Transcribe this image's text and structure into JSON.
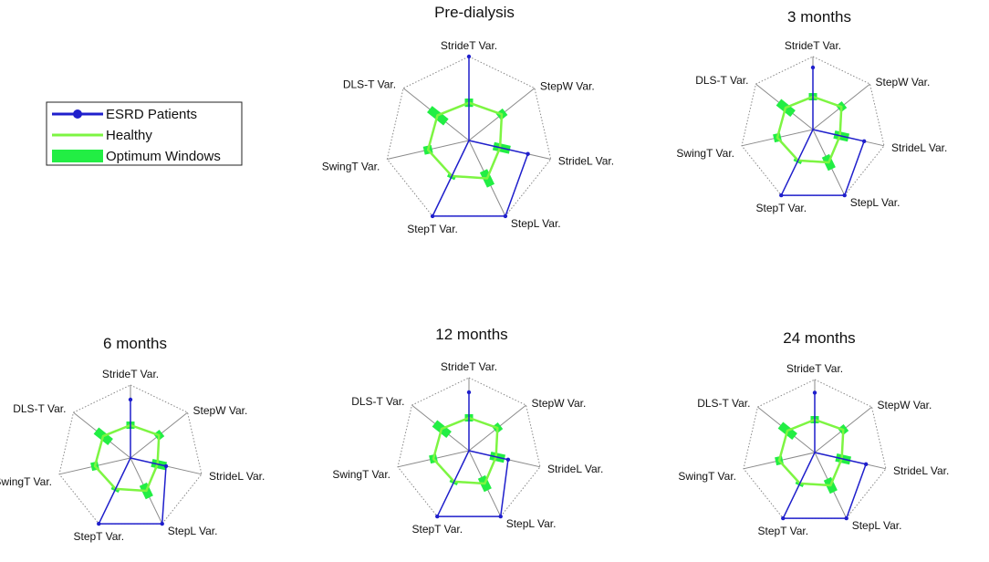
{
  "legend": {
    "entries": [
      {
        "label": "ESRD Patients",
        "color": "#1f1fcc"
      },
      {
        "label": "Healthy",
        "color": "#7df542"
      },
      {
        "label": "Optimum Windows",
        "color": "#22ee44"
      }
    ]
  },
  "chart_data": [
    {
      "type": "radar",
      "title": "Pre-dialysis",
      "axes": [
        "StrideT Var.",
        "StepW Var.",
        "StrideL Var.",
        "StepL Var.",
        "StepT Var.",
        "SwingT Var.",
        "DLS-T Var."
      ],
      "rmax": 1,
      "grid": true,
      "series": [
        {
          "name": "ESRD Patients",
          "values": [
            1.0,
            0.0,
            0.72,
            1.0,
            1.0,
            0.0,
            0.0
          ]
        },
        {
          "name": "Healthy",
          "values": [
            0.45,
            0.5,
            0.38,
            0.5,
            0.47,
            0.5,
            0.48
          ]
        },
        {
          "name": "Optimum Windows",
          "ranges": [
            [
              0.4,
              0.5
            ],
            [
              0.45,
              0.55
            ],
            [
              0.3,
              0.5
            ],
            [
              0.4,
              0.6
            ],
            [
              0.45,
              0.5
            ],
            [
              0.45,
              0.55
            ],
            [
              0.35,
              0.6
            ]
          ]
        }
      ]
    },
    {
      "type": "radar",
      "title": "3 months",
      "axes": [
        "StrideT Var.",
        "StepW Var.",
        "StrideL Var.",
        "StepL Var.",
        "StepT Var.",
        "SwingT Var.",
        "DLS-T Var."
      ],
      "rmax": 1,
      "grid": true,
      "series": [
        {
          "name": "ESRD Patients",
          "values": [
            0.85,
            0.0,
            0.72,
            1.0,
            1.0,
            0.0,
            0.0
          ]
        },
        {
          "name": "Healthy",
          "values": [
            0.45,
            0.5,
            0.38,
            0.5,
            0.47,
            0.5,
            0.48
          ]
        },
        {
          "name": "Optimum Windows",
          "ranges": [
            [
              0.4,
              0.5
            ],
            [
              0.45,
              0.55
            ],
            [
              0.3,
              0.5
            ],
            [
              0.4,
              0.6
            ],
            [
              0.45,
              0.5
            ],
            [
              0.45,
              0.55
            ],
            [
              0.35,
              0.6
            ]
          ]
        }
      ]
    },
    {
      "type": "radar",
      "title": "6 months",
      "axes": [
        "StrideT Var.",
        "StepW Var.",
        "StrideL Var.",
        "StepL Var.",
        "StepT Var.",
        "SwingT Var.",
        "DLS-T Var."
      ],
      "rmax": 1,
      "grid": true,
      "series": [
        {
          "name": "ESRD Patients",
          "values": [
            0.8,
            0.0,
            0.5,
            1.0,
            1.0,
            0.0,
            0.0
          ]
        },
        {
          "name": "Healthy",
          "values": [
            0.45,
            0.5,
            0.38,
            0.5,
            0.47,
            0.5,
            0.48
          ]
        },
        {
          "name": "Optimum Windows",
          "ranges": [
            [
              0.4,
              0.5
            ],
            [
              0.45,
              0.55
            ],
            [
              0.3,
              0.5
            ],
            [
              0.4,
              0.6
            ],
            [
              0.45,
              0.5
            ],
            [
              0.45,
              0.55
            ],
            [
              0.35,
              0.6
            ]
          ]
        }
      ]
    },
    {
      "type": "radar",
      "title": "12 months",
      "axes": [
        "StrideT Var.",
        "StepW Var.",
        "StrideL Var.",
        "StepL Var.",
        "StepT Var.",
        "SwingT Var.",
        "DLS-T Var."
      ],
      "rmax": 1,
      "grid": true,
      "series": [
        {
          "name": "ESRD Patients",
          "values": [
            0.8,
            0.0,
            0.55,
            1.0,
            1.0,
            0.0,
            0.0
          ]
        },
        {
          "name": "Healthy",
          "values": [
            0.45,
            0.5,
            0.38,
            0.5,
            0.47,
            0.5,
            0.48
          ]
        },
        {
          "name": "Optimum Windows",
          "ranges": [
            [
              0.4,
              0.5
            ],
            [
              0.45,
              0.55
            ],
            [
              0.3,
              0.5
            ],
            [
              0.4,
              0.6
            ],
            [
              0.45,
              0.5
            ],
            [
              0.45,
              0.55
            ],
            [
              0.35,
              0.6
            ]
          ]
        }
      ]
    },
    {
      "type": "radar",
      "title": "24 months",
      "axes": [
        "StrideT Var.",
        "StepW Var.",
        "StrideL Var.",
        "StepL Var.",
        "StepT Var.",
        "SwingT Var.",
        "DLS-T Var."
      ],
      "rmax": 1,
      "grid": true,
      "series": [
        {
          "name": "ESRD Patients",
          "values": [
            0.82,
            0.0,
            0.72,
            1.0,
            1.0,
            0.0,
            0.0
          ]
        },
        {
          "name": "Healthy",
          "values": [
            0.45,
            0.5,
            0.38,
            0.5,
            0.47,
            0.5,
            0.48
          ]
        },
        {
          "name": "Optimum Windows",
          "ranges": [
            [
              0.4,
              0.5
            ],
            [
              0.45,
              0.55
            ],
            [
              0.3,
              0.5
            ],
            [
              0.4,
              0.6
            ],
            [
              0.45,
              0.5
            ],
            [
              0.45,
              0.55
            ],
            [
              0.35,
              0.6
            ]
          ]
        }
      ]
    }
  ]
}
